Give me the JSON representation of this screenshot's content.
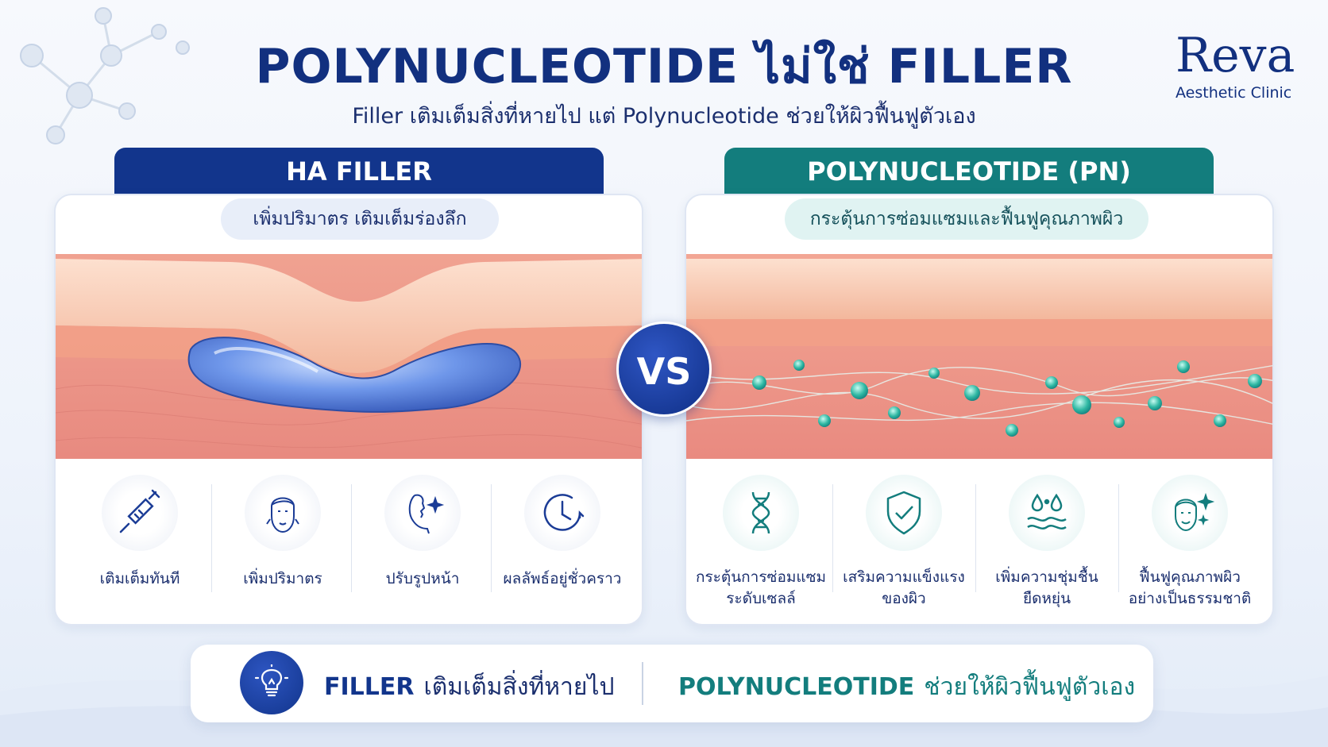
{
  "header": {
    "title": "POLYNUCLEOTIDE ไม่ใช่ FILLER",
    "subtitle": "Filler เติมเต็มสิ่งที่หายไป แต่ Polynucleotide ช่วยให้ผิวฟื้นฟูตัวเอง"
  },
  "brand": {
    "name": "Reva",
    "tagline": "Aesthetic Clinic"
  },
  "left_panel": {
    "header": "HA FILLER",
    "pill": "เพิ่มปริมาตร เติมเต็มร่องลึก",
    "features": [
      {
        "icon": "syringe-icon",
        "label": "เติมเต็มทันที"
      },
      {
        "icon": "face-icon",
        "label": "เพิ่มปริมาตร"
      },
      {
        "icon": "face-profile-icon",
        "label": "ปรับรูปหน้า"
      },
      {
        "icon": "clock-icon",
        "label": "ผลลัพธ์อยู่ชั่วคราว"
      }
    ]
  },
  "vs_label": "VS",
  "right_panel": {
    "header": "POLYNUCLEOTIDE (PN)",
    "pill": "กระตุ้นการซ่อมแซมและฟื้นฟูคุณภาพผิว",
    "features": [
      {
        "icon": "dna-icon",
        "line1": "กระตุ้นการซ่อมแซม",
        "line2": "ระดับเซลล์"
      },
      {
        "icon": "shield-check-icon",
        "line1": "เสริมความแข็งแรง",
        "line2": "ของผิว"
      },
      {
        "icon": "water-drops-icon",
        "line1": "เพิ่มความชุ่มชื้น",
        "line2": "ยืดหยุ่น"
      },
      {
        "icon": "face-sparkle-icon",
        "line1": "ฟื้นฟูคุณภาพผิว",
        "line2": "อย่างเป็นธรรมชาติ"
      }
    ]
  },
  "bottom": {
    "left_keyword": "FILLER",
    "left_text": "เติมเต็มสิ่งที่หายไป",
    "right_keyword": "POLYNUCLEOTIDE",
    "right_text": "ช่วยให้ผิวฟื้นฟูตัวเอง"
  },
  "colors": {
    "navy": "#12358c",
    "teal": "#137d7d",
    "skin": "#f2a59b",
    "filler_gel": "#5a86e0",
    "pn_particles": "#2fb8a3"
  }
}
